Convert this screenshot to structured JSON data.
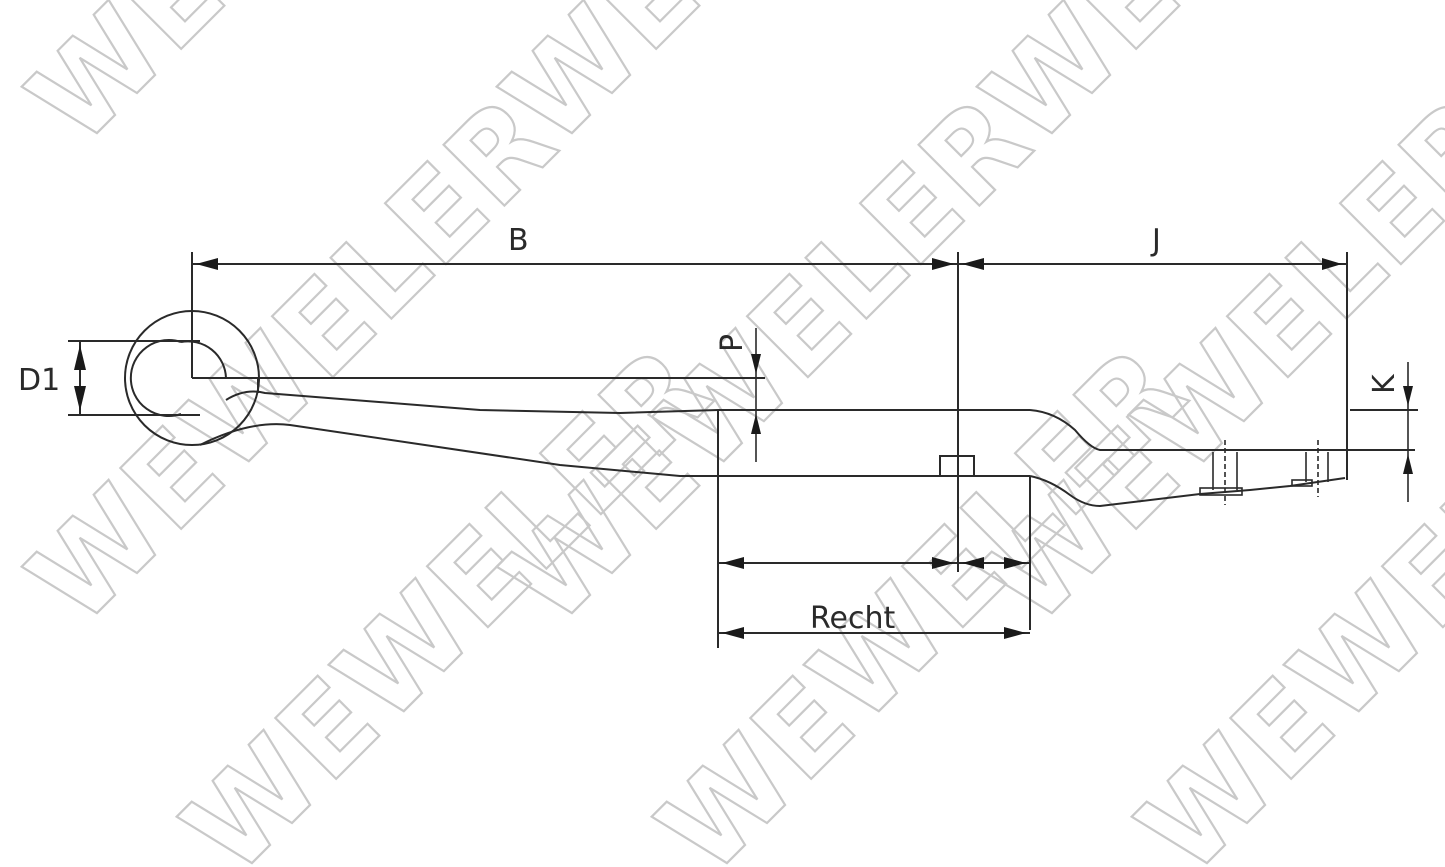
{
  "drawing": {
    "title": "Leaf spring technical drawing",
    "watermark_text": "WEWELER",
    "line_color": "#2a2a2a",
    "watermark_color": "#c9c9c9",
    "background": "#ffffff"
  },
  "dimensions": {
    "B": "B",
    "J": "J",
    "D1": "D1",
    "P": "P",
    "K": "K",
    "Recht": "Recht"
  }
}
